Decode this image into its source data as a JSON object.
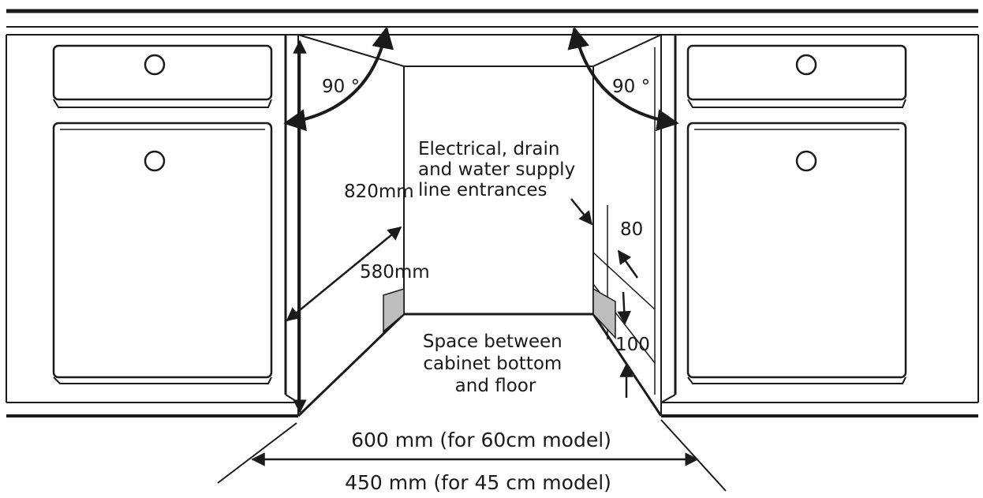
{
  "labels": {
    "angle_left": "90 °",
    "angle_right": "90 °",
    "height": "820mm",
    "depth": "580mm",
    "line_entrances": [
      "Electrical, drain",
      "and water supply",
      "line entrances"
    ],
    "entrance_height": "80",
    "floor_gap_height": "100",
    "floor_space": [
      "Space between",
      "cabinet bottom",
      "and floor"
    ],
    "width_60": "600 mm (for 60cm model)",
    "width_45": "450 mm (for 45 cm model)"
  },
  "colors": {
    "line": "#1a1a1a",
    "shaded_block": "#bdbdbd",
    "background": "#ffffff"
  }
}
